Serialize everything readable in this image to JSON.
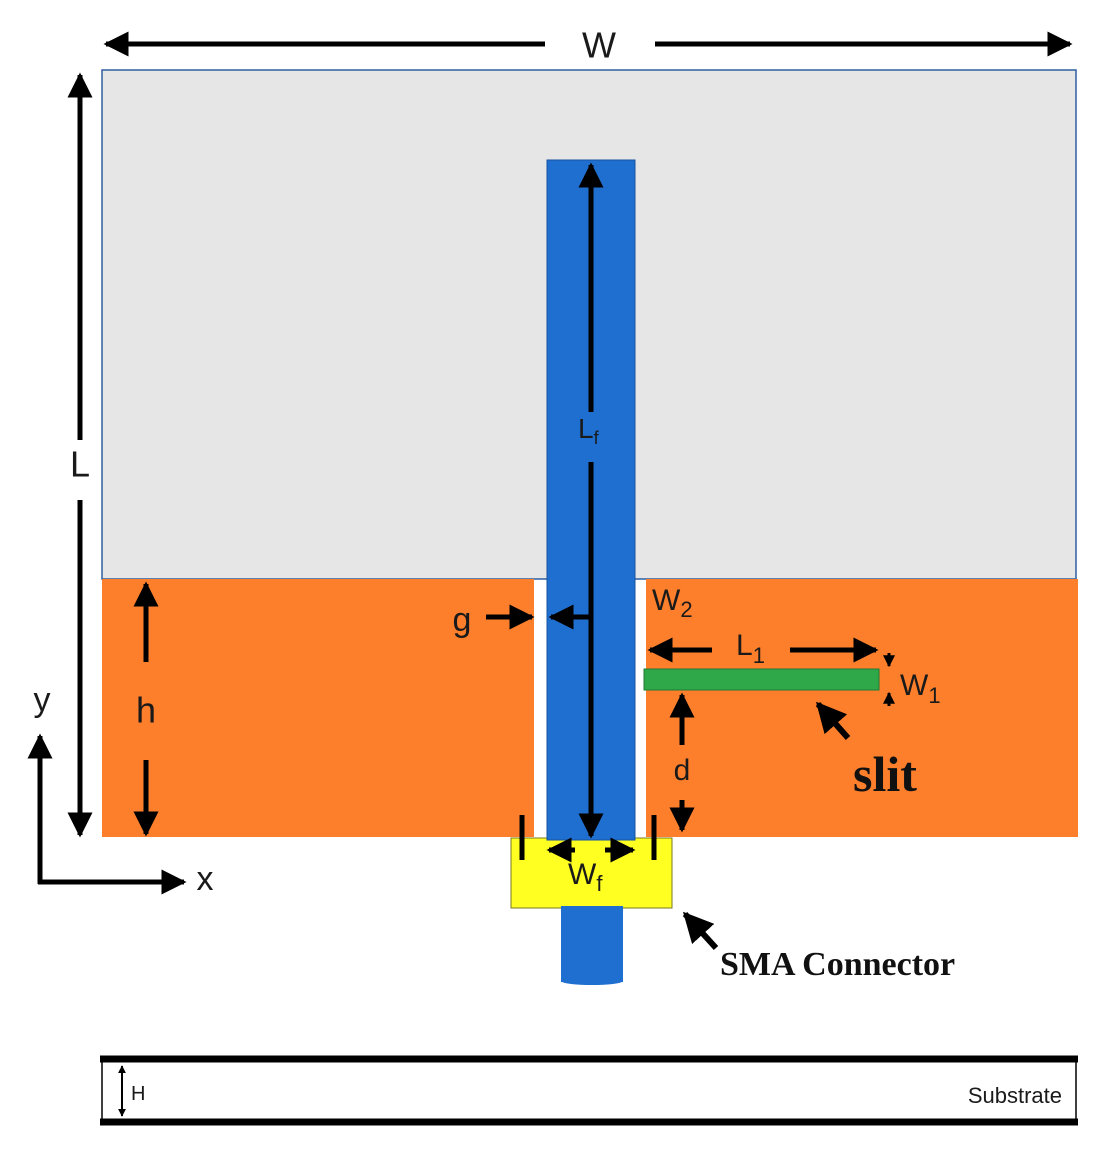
{
  "labels": {
    "W": "W",
    "L": "L",
    "Lf_main": "L",
    "Lf_sub": "f",
    "Wf_main": "W",
    "Wf_sub": "f",
    "g": "g",
    "h": "h",
    "y": "y",
    "x": "x",
    "W2_main": "W",
    "W2_sub": "2",
    "L1_main": "L",
    "L1_sub": "1",
    "W1_main": "W",
    "W1_sub": "1",
    "d": "d",
    "slit": "slit",
    "sma": "SMA Connector",
    "H": "H",
    "substrate": "Substrate"
  },
  "colors": {
    "substrate_top": "#e7e6e6",
    "ground": "#fd7f2c",
    "feedline": "#1e6fd0",
    "slit": "#2fa84a",
    "sma": "#ffff22",
    "ink": "#000000",
    "outline": "#2e5fa0"
  },
  "icons": {
    "axis_arrows": "coordinate-axes-icon",
    "pointer_arrows": "pointer-arrow-icon"
  }
}
